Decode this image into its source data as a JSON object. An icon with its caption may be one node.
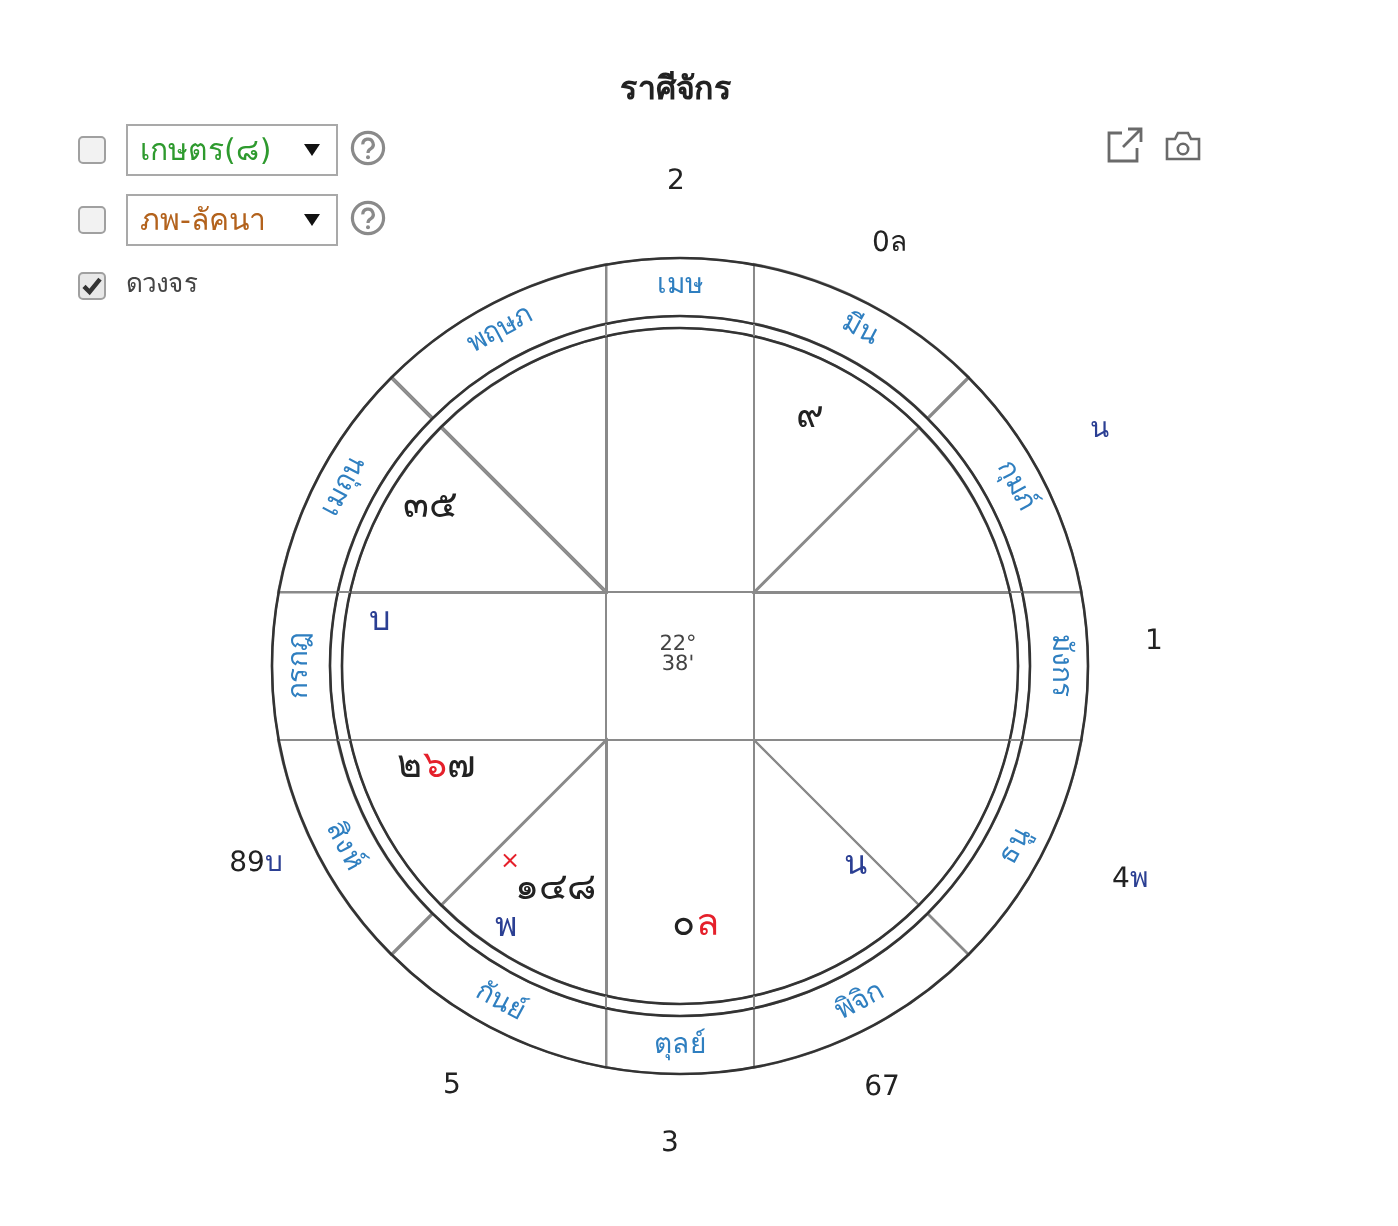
{
  "diagram": {
    "title": "ราศีจักร",
    "nodes": [
      {
        "text": [
          "เมษ"
        ],
        "beside": [
          "2"
        ]
      },
      {
        "text": [
          "พฤษภ"
        ]
      },
      {
        "text": [
          "เมถุน"
        ]
      },
      {
        "text": [
          "กรกฎ"
        ]
      },
      {
        "text": [
          "สิงห์"
        ],
        "beside": [
          "89บ"
        ]
      },
      {
        "text": [
          "กันย์"
        ],
        "beside": [
          "5"
        ]
      },
      {
        "text": [
          "ตุลย์"
        ],
        "beside": [
          "3"
        ]
      },
      {
        "text": [
          "พิจิก"
        ],
        "beside": [
          "67"
        ]
      },
      {
        "text": [
          "ธนู"
        ],
        "beside": [
          "4พ"
        ]
      },
      {
        "text": [
          "มังกร"
        ],
        "beside": [
          "1"
        ]
      },
      {
        "text": [
          "กุมภ์"
        ],
        "beside": [
          "น"
        ]
      },
      {
        "text": [
          "มีน"
        ],
        "beside": [
          "0ล"
        ]
      },
      {
        "text": [],
        "shape": "sector"
      },
      {
        "text": [],
        "shape": "sector"
      },
      {
        "text": [
          "๓๕"
        ]
      },
      {
        "text": [
          "บ"
        ]
      },
      {
        "text": [
          "๒๖๗"
        ]
      },
      {
        "text": [
          "×",
          "๑๔๘",
          "พ"
        ]
      },
      {
        "text": [
          "๐ล"
        ]
      },
      {
        "text": [
          "น"
        ]
      },
      {
        "text": [],
        "shape": "sector"
      },
      {
        "text": [],
        "shape": "sector"
      },
      {
        "text": [],
        "shape": "sector"
      },
      {
        "text": [
          "๙"
        ]
      },
      {
        "text": [
          "22° 38'"
        ]
      }
    ],
    "labels": [
      "เกษตร(๘)",
      "ภพ-ลัคนา",
      "ดวงจร"
    ]
  }
}
